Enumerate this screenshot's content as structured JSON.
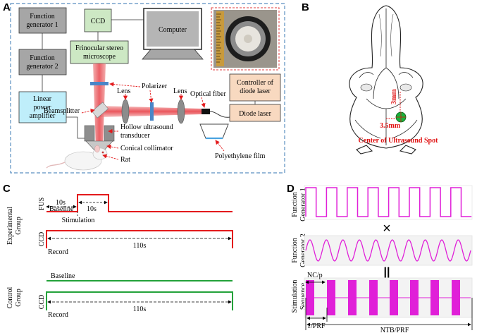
{
  "colors": {
    "dash_border": "#5a8fc0",
    "gray_box": "#a6a6a6",
    "green_box": "#cde8c4",
    "cyan_box": "#bfeefa",
    "orange_box": "#f8d9c0",
    "laser": "#e8434a",
    "fus_red": "#e31a1c",
    "control_green": "#23a23a",
    "magenta": "#e020d8",
    "polarizer_blue": "#4a86c8",
    "skull_red": "#e01010",
    "spot_green": "#19b23c"
  },
  "panel_a": {
    "label": "A",
    "fg1": [
      "Function",
      "generator 1"
    ],
    "fg2": [
      "Function",
      "generator 2"
    ],
    "lpa": [
      "Linear",
      "power",
      "amplifier"
    ],
    "ccd": "CCD",
    "microscope": [
      "Frinocular stereo",
      "microscope"
    ],
    "computer": "Computer",
    "controller": [
      "Controller of",
      "diode laser"
    ],
    "diode": "Diode laser",
    "polarizer": "Polarizer",
    "lens_left": "Lens",
    "lens_right": "Lens",
    "optical_fiber": "Optical fiber",
    "beamsplitter": "Beamsplitter",
    "hollow": [
      "Hollow ultrasound",
      "transducer"
    ],
    "conical": "Conical collimator",
    "rat": "Rat",
    "film": "Polyethylene film"
  },
  "panel_b": {
    "label": "B",
    "dim_v": "3mm",
    "dim_h": "3.5mm",
    "spot_label": "Center of Ultrasound Spot"
  },
  "panel_c": {
    "label": "C",
    "exp_group": [
      "Experimental",
      "Group"
    ],
    "ctrl_group": [
      "Control",
      "Group"
    ],
    "fus": "FUS",
    "ccd": "CCD",
    "t10a": "10s",
    "baseline": "Baseline",
    "t10b": "10s",
    "stimulation": "Stimulation",
    "t110a": "110s",
    "record_a": "Record",
    "baseline2": "Baseline",
    "t110b": "110s",
    "record_b": "Record"
  },
  "panel_d": {
    "label": "D",
    "fg1": [
      "Function",
      "Generator 1"
    ],
    "fg2": [
      "Function",
      "Generator 2"
    ],
    "stim": [
      "Stimulation",
      "Sequence"
    ],
    "times": "×",
    "equals": "||",
    "ncp": "NC/p",
    "prf": "1/PRF",
    "ntb": "NTB/PRF"
  }
}
